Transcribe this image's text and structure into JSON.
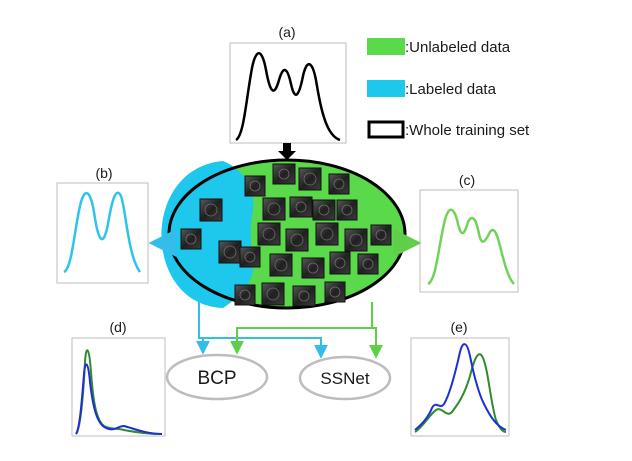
{
  "panels": {
    "a": "(a)",
    "b": "(b)",
    "c": "(c)",
    "d": "(d)",
    "e": "(e)"
  },
  "legend": {
    "unlabeled": ":Unlabeled data",
    "labeled": ":Labeled data",
    "whole": ":Whole training set"
  },
  "nodes": {
    "bcp": "BCP",
    "ssnet": "SSNet"
  },
  "colors": {
    "unlabeled": "#5ad94a",
    "labeled": "#1ec8ec",
    "whole": "#000000",
    "curve_labeled": "#2ec4e8",
    "curve_unlabeled": "#6fd35a",
    "curve_blue": "#1f2fd6",
    "curve_green": "#2e8b2e",
    "arrow_labeled": "#33bde8",
    "arrow_unlabeled": "#5fcf4a"
  }
}
